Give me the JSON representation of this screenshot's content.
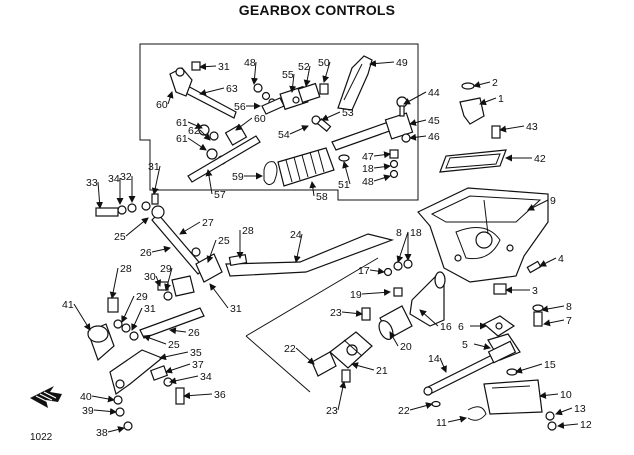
{
  "title": "GEARBOX CONTROLS",
  "figure_ref": "1022",
  "callouts": [
    {
      "n": "31",
      "id": "c31a"
    },
    {
      "n": "48",
      "id": "c48"
    },
    {
      "n": "50",
      "id": "c50"
    },
    {
      "n": "52",
      "id": "c52"
    },
    {
      "n": "55",
      "id": "c55"
    },
    {
      "n": "49",
      "id": "c49"
    },
    {
      "n": "63",
      "id": "c63"
    },
    {
      "n": "60",
      "id": "c60a"
    },
    {
      "n": "56",
      "id": "c56"
    },
    {
      "n": "61",
      "id": "c61a"
    },
    {
      "n": "60",
      "id": "c60b"
    },
    {
      "n": "53",
      "id": "c53"
    },
    {
      "n": "44",
      "id": "c44"
    },
    {
      "n": "61",
      "id": "c61b"
    },
    {
      "n": "62",
      "id": "c62"
    },
    {
      "n": "54",
      "id": "c54"
    },
    {
      "n": "45",
      "id": "c45"
    },
    {
      "n": "46",
      "id": "c46"
    },
    {
      "n": "47",
      "id": "c47"
    },
    {
      "n": "18",
      "id": "c18a"
    },
    {
      "n": "48",
      "id": "c48b"
    },
    {
      "n": "59",
      "id": "c59"
    },
    {
      "n": "57",
      "id": "c57"
    },
    {
      "n": "58",
      "id": "c58"
    },
    {
      "n": "51",
      "id": "c51"
    },
    {
      "n": "2",
      "id": "c2"
    },
    {
      "n": "1",
      "id": "c1"
    },
    {
      "n": "43",
      "id": "c43"
    },
    {
      "n": "42",
      "id": "c42"
    },
    {
      "n": "9",
      "id": "c9"
    },
    {
      "n": "33",
      "id": "c33"
    },
    {
      "n": "34",
      "id": "c34a"
    },
    {
      "n": "32",
      "id": "c32"
    },
    {
      "n": "31",
      "id": "c31b"
    },
    {
      "n": "25",
      "id": "c25a"
    },
    {
      "n": "27",
      "id": "c27"
    },
    {
      "n": "26",
      "id": "c26a"
    },
    {
      "n": "24",
      "id": "c24"
    },
    {
      "n": "28",
      "id": "c28a"
    },
    {
      "n": "25",
      "id": "c25b"
    },
    {
      "n": "8",
      "id": "c8a"
    },
    {
      "n": "18",
      "id": "c18b"
    },
    {
      "n": "4",
      "id": "c4"
    },
    {
      "n": "17",
      "id": "c17"
    },
    {
      "n": "28",
      "id": "c28b"
    },
    {
      "n": "30",
      "id": "c30"
    },
    {
      "n": "29",
      "id": "c29a"
    },
    {
      "n": "31",
      "id": "c31c"
    },
    {
      "n": "19",
      "id": "c19"
    },
    {
      "n": "3",
      "id": "c3"
    },
    {
      "n": "41",
      "id": "c41"
    },
    {
      "n": "29",
      "id": "c29b"
    },
    {
      "n": "31",
      "id": "c31d"
    },
    {
      "n": "26",
      "id": "c26b"
    },
    {
      "n": "23",
      "id": "c23a"
    },
    {
      "n": "16",
      "id": "c16"
    },
    {
      "n": "8",
      "id": "c8b"
    },
    {
      "n": "7",
      "id": "c7"
    },
    {
      "n": "6",
      "id": "c6"
    },
    {
      "n": "25",
      "id": "c25c"
    },
    {
      "n": "22",
      "id": "c22a"
    },
    {
      "n": "20",
      "id": "c20"
    },
    {
      "n": "5",
      "id": "c5"
    },
    {
      "n": "35",
      "id": "c35"
    },
    {
      "n": "37",
      "id": "c37"
    },
    {
      "n": "21",
      "id": "c21"
    },
    {
      "n": "14",
      "id": "c14"
    },
    {
      "n": "15",
      "id": "c15"
    },
    {
      "n": "34",
      "id": "c34b"
    },
    {
      "n": "10",
      "id": "c10"
    },
    {
      "n": "40",
      "id": "c40"
    },
    {
      "n": "36",
      "id": "c36"
    },
    {
      "n": "23",
      "id": "c23b"
    },
    {
      "n": "22",
      "id": "c22b"
    },
    {
      "n": "13",
      "id": "c13"
    },
    {
      "n": "39",
      "id": "c39"
    },
    {
      "n": "11",
      "id": "c11"
    },
    {
      "n": "12",
      "id": "c12"
    },
    {
      "n": "38",
      "id": "c38"
    }
  ]
}
